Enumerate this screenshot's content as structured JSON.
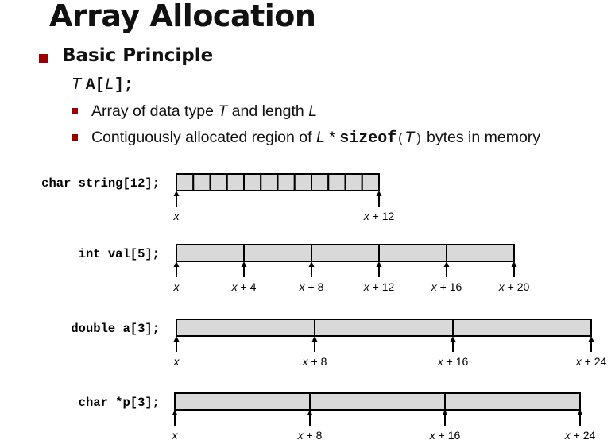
{
  "title": "Array Allocation",
  "colors": {
    "bullet": "#990000",
    "cell_fill": "#d9d9d9",
    "stroke": "#000000"
  },
  "principle": {
    "heading": "Basic Principle",
    "declaration": {
      "type": "T",
      "name": "A[",
      "length": "L",
      "close": "];"
    },
    "points": [
      {
        "a": "Array of data type ",
        "b": "T",
        "c": " and length ",
        "d": "L"
      },
      {
        "a": "Contiguously allocated region of ",
        "b": "L",
        "c": " * ",
        "d": "sizeof",
        "e": "(",
        "f": "T",
        "g": ")",
        "h": " bytes in memory"
      }
    ]
  },
  "arrays": [
    {
      "decl": "char string[12];",
      "cells": 12,
      "ticks": [
        {
          "cell": 0,
          "x": "x",
          "offset": ""
        },
        {
          "cell": 12,
          "x": "x",
          "offset": " + 12"
        }
      ]
    },
    {
      "decl": "int val[5];",
      "cells": 5,
      "ticks": [
        {
          "cell": 0,
          "x": "x",
          "offset": ""
        },
        {
          "cell": 1,
          "x": "x",
          "offset": " + 4"
        },
        {
          "cell": 2,
          "x": "x",
          "offset": " + 8"
        },
        {
          "cell": 3,
          "x": "x",
          "offset": " + 12"
        },
        {
          "cell": 4,
          "x": "x",
          "offset": " + 16"
        },
        {
          "cell": 5,
          "x": "x",
          "offset": " + 20"
        }
      ]
    },
    {
      "decl": "double a[3];",
      "cells": 3,
      "ticks": [
        {
          "cell": 0,
          "x": "x",
          "offset": ""
        },
        {
          "cell": 1,
          "x": "x",
          "offset": " + 8"
        },
        {
          "cell": 2,
          "x": "x",
          "offset": " + 16"
        },
        {
          "cell": 3,
          "x": "x",
          "offset": " + 24"
        }
      ]
    },
    {
      "decl": "char *p[3];",
      "cells": 3,
      "ticks": [
        {
          "cell": 0,
          "x": "x",
          "offset": ""
        },
        {
          "cell": 1,
          "x": "x",
          "offset": " + 8"
        },
        {
          "cell": 2,
          "x": "x",
          "offset": " + 16"
        },
        {
          "cell": 3,
          "x": "x",
          "offset": " + 24"
        }
      ]
    }
  ]
}
